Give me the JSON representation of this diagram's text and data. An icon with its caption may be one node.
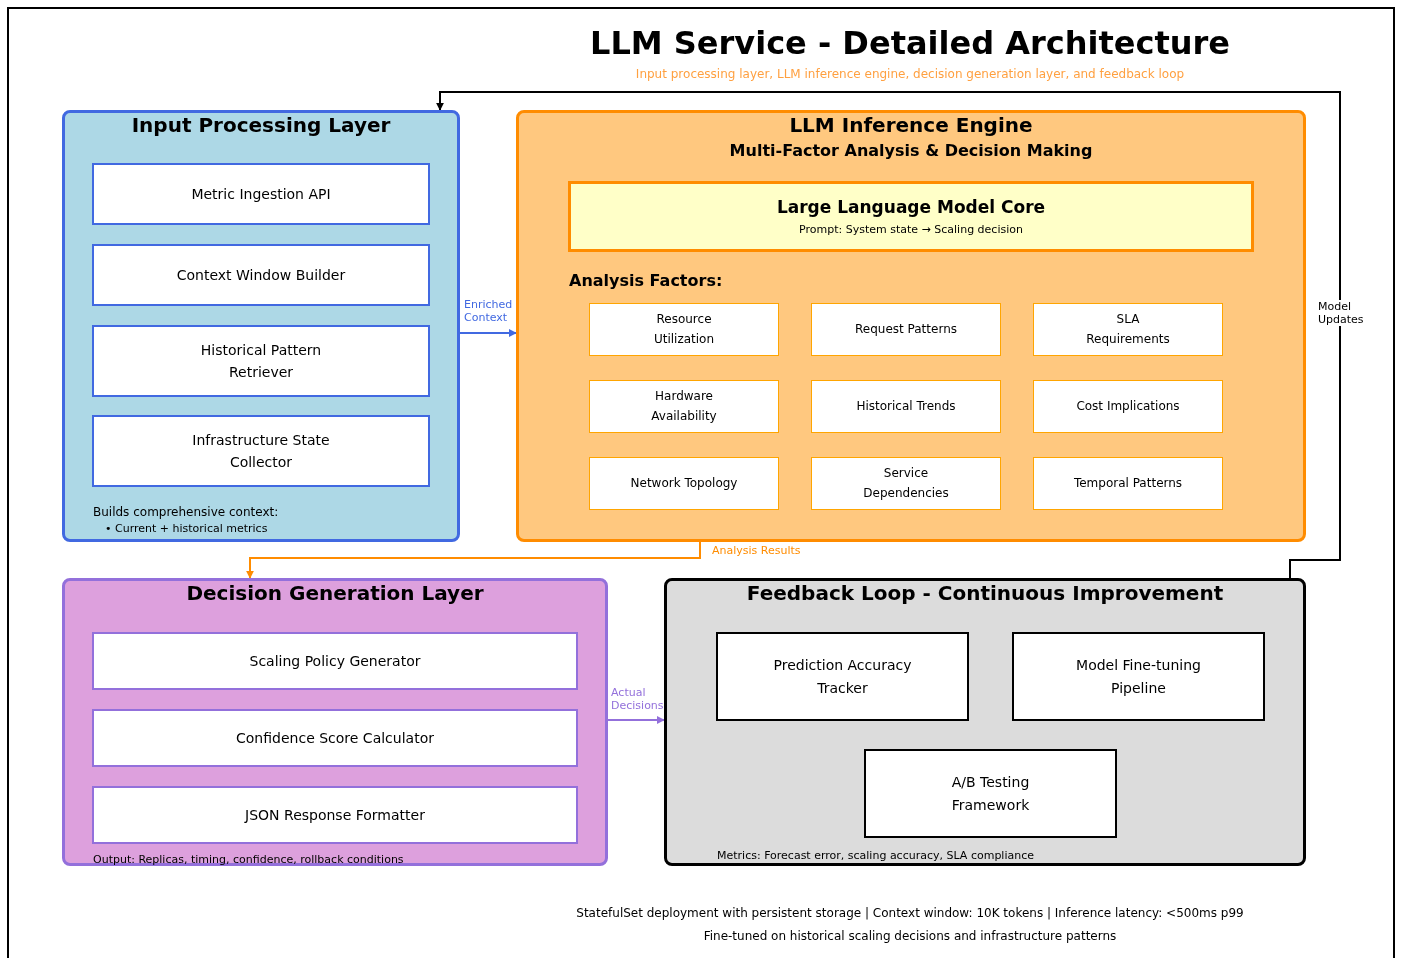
{
  "diagram": {
    "title": "LLM Service - Detailed Architecture",
    "nodes": [
      {
        "text": [
          "Input Processing Layer",
          "Builds comprehensive context:",
          "• Current + historical metrics"
        ]
      },
      {
        "text": [
          "Metric Ingestion API"
        ],
        "in": 0
      },
      {
        "text": [
          "Context Window Builder"
        ],
        "in": 0
      },
      {
        "text": [
          "Historical Pattern Retriever"
        ],
        "in": 0
      },
      {
        "text": [
          "Infrastructure State Collector"
        ],
        "in": 0
      },
      {
        "text": [
          "LLM Inference Engine",
          "Multi-Factor Analysis & Decision Making",
          "Analysis Factors:"
        ]
      },
      {
        "text": [
          "Large Language Model Core",
          "Prompt: System state → Scaling decision"
        ],
        "in": 5
      },
      {
        "text": [
          "Resource Utilization"
        ],
        "in": 5
      },
      {
        "text": [
          "Request Patterns"
        ],
        "in": 5
      },
      {
        "text": [
          "SLA Requirements"
        ],
        "in": 5
      },
      {
        "text": [
          "Hardware Availability"
        ],
        "in": 5
      },
      {
        "text": [
          "Historical Trends"
        ],
        "in": 5
      },
      {
        "text": [
          "Cost Implications"
        ],
        "in": 5
      },
      {
        "text": [
          "Network Topology"
        ],
        "in": 5
      },
      {
        "text": [
          "Service Dependencies"
        ],
        "in": 5
      },
      {
        "text": [
          "Temporal Patterns"
        ],
        "in": 5
      },
      {
        "text": [
          "Decision Generation Layer",
          "Output: Replicas, timing, confidence, rollback conditions"
        ]
      },
      {
        "text": [
          "Scaling Policy Generator"
        ],
        "in": 16
      },
      {
        "text": [
          "Confidence Score Calculator"
        ],
        "in": 16
      },
      {
        "text": [
          "JSON Response Formatter"
        ],
        "in": 16
      },
      {
        "text": [
          "Feedback Loop - Continuous Improvement",
          "Metrics: Forecast error, scaling accuracy, SLA compliance"
        ]
      },
      {
        "text": [
          "Prediction Accuracy Tracker"
        ],
        "in": 20
      },
      {
        "text": [
          "Model Fine-tuning Pipeline"
        ],
        "in": 20
      },
      {
        "text": [
          "A/B Testing Framework"
        ],
        "in": 20
      }
    ],
    "edges": [
      {
        "from": 0,
        "to": 5,
        "arrow": "to",
        "label": "Enriched Context",
        "color": "#4169e1"
      },
      {
        "from": 5,
        "to": 16,
        "arrow": "to",
        "label": "Analysis Results",
        "color": "#ff8c00"
      },
      {
        "from": 16,
        "to": 20,
        "arrow": "to",
        "label": "Actual Decisions",
        "color": "#9370db"
      },
      {
        "from": 20,
        "to": 0,
        "arrow": "to",
        "label": "Model Updates",
        "color": "#000000"
      }
    ],
    "labels": [
      "Input processing layer, LLM inference engine, decision generation layer, and feedback loop",
      "StatefulSet deployment with persistent storage | Context window: 10K tokens | Inference latency: <500ms p99",
      "Fine-tuned on historical scaling decisions and infrastructure patterns"
    ]
  }
}
